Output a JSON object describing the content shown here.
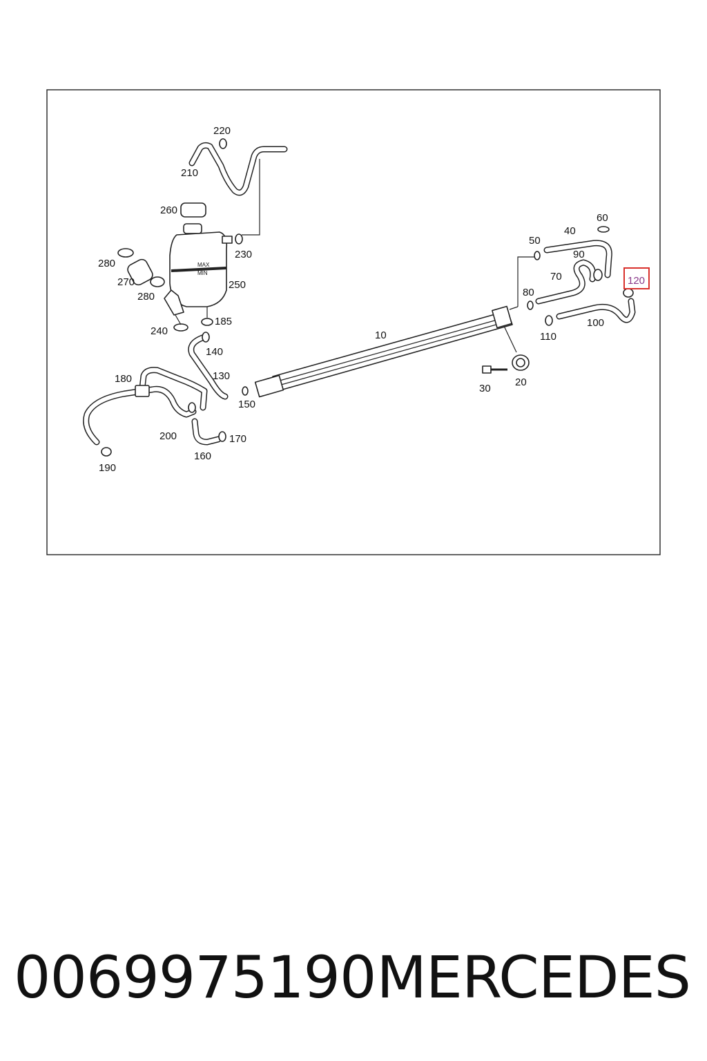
{
  "diagram": {
    "callouts": {
      "c10": "10",
      "c20": "20",
      "c30": "30",
      "c40": "40",
      "c50": "50",
      "c60": "60",
      "c70": "70",
      "c80": "80",
      "c90": "90",
      "c100": "100",
      "c110": "110",
      "c120": "120",
      "c130": "130",
      "c140": "140",
      "c150": "150",
      "c160": "160",
      "c170": "170",
      "c180": "180",
      "c185": "185",
      "c190": "190",
      "c200": "200",
      "c210": "210",
      "c220": "220",
      "c230": "230",
      "c240": "240",
      "c250": "250",
      "c260": "260",
      "c270": "270",
      "c280a": "280",
      "c280b": "280"
    },
    "tank_label_max": "MAX",
    "tank_label_min": "MIN",
    "highlighted_callout": "120",
    "highlight_color": "#d9302c"
  },
  "caption": {
    "part_number": "0069975190",
    "brand": "MERCEDES"
  }
}
